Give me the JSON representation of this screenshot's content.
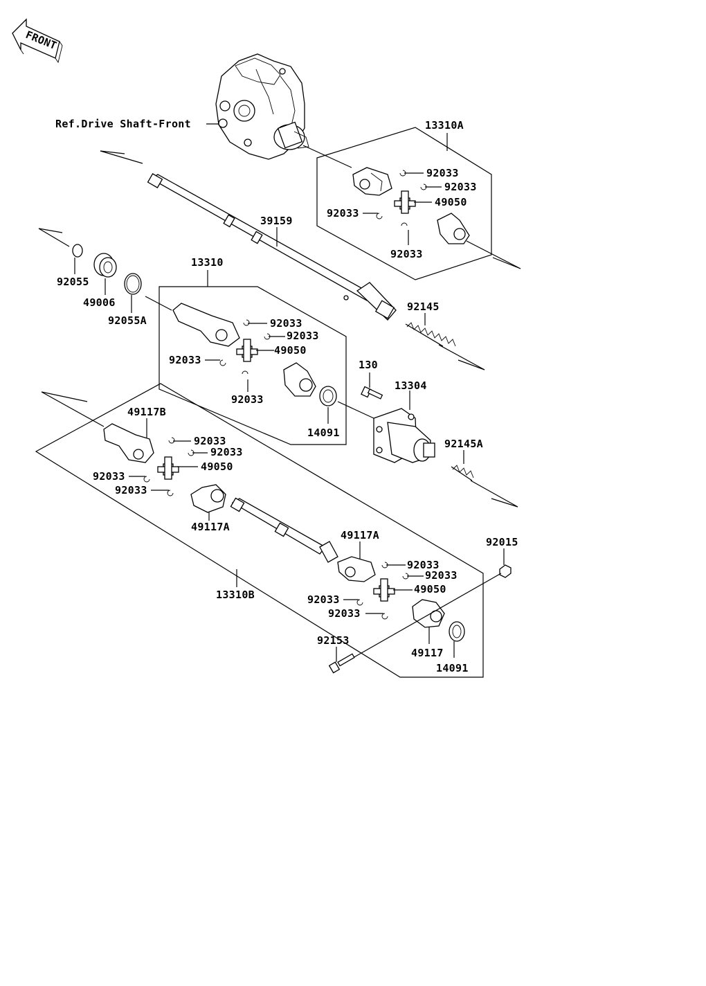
{
  "front_arrow": {
    "text": "FRONT"
  },
  "ref_label": "Ref.Drive Shaft-Front",
  "labels": {
    "l13310A": "13310A",
    "l92033_a1": "92033",
    "l92033_a2": "92033",
    "l49050_a": "49050",
    "l92033_a3": "92033",
    "l92033_a4": "92033",
    "l39159": "39159",
    "l92055": "92055",
    "l49006": "49006",
    "l92055A": "92055A",
    "l13310": "13310",
    "l92033_b1": "92033",
    "l92033_b2": "92033",
    "l49050_b": "49050",
    "l92033_b3": "92033",
    "l92033_b4": "92033",
    "l92145": "92145",
    "l130": "130",
    "l13304": "13304",
    "l14091_a": "14091",
    "l92145A": "92145A",
    "l49117B": "49117B",
    "l92033_c1": "92033",
    "l92033_c2": "92033",
    "l49050_c": "49050",
    "l92033_c3": "92033",
    "l92033_c4": "92033",
    "l49117A_a": "49117A",
    "l49117A_b": "49117A",
    "l92033_d1": "92033",
    "l92033_d2": "92033",
    "l49050_d": "49050",
    "l92033_d3": "92033",
    "l92033_d4": "92033",
    "l92015": "92015",
    "l13310B": "13310B",
    "l92153": "92153",
    "l49117": "49117",
    "l14091_b": "14091"
  }
}
